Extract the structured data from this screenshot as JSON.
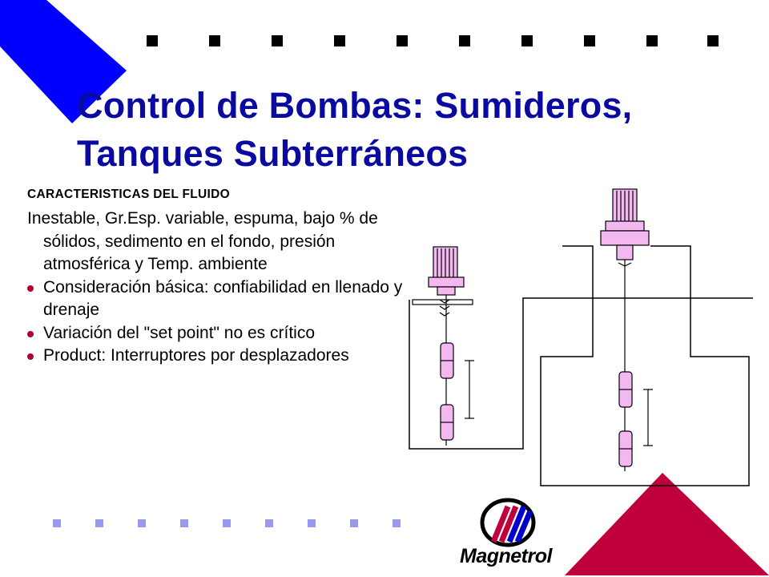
{
  "slide": {
    "title_line1": "Control de Bombas: Sumideros,",
    "title_line2": "Tanques Subterráneos",
    "subheading": "CARACTERISTICAS DEL FLUIDO",
    "intro": "Inestable, Gr.Esp. variable, espuma, bajo % de sólidos, sedimento en el fondo, presión atmosférica y Temp. ambiente",
    "bullets": [
      "Consideración básica: confiabilidad en llenado y drenaje",
      "Variación del \"set point\" no es crítico",
      "Product: Interruptores por desplazadores"
    ],
    "logo_text": "Magnetrol"
  },
  "colors": {
    "title": "#0a0aa0",
    "corner_top_left": "#0000ff",
    "corner_bottom_right": "#c0003a",
    "bullet": "#b00030",
    "switch_fill": "#f4b8f0",
    "square_top": "#000000",
    "square_bottom": "#9999ee"
  },
  "icons": {
    "bullet": "red-dot-bullet",
    "logo": "magnetrol-logo"
  }
}
